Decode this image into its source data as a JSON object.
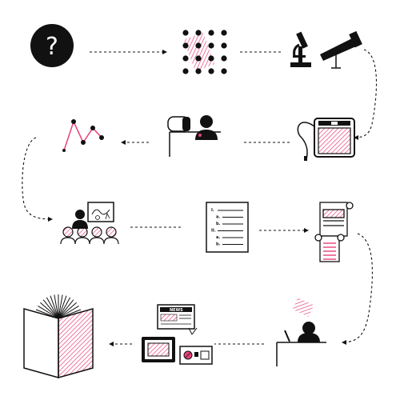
{
  "diagram": {
    "colors": {
      "ink": "#111111",
      "accent": "#e8407a",
      "accent_light": "#f6b7cc",
      "background": "#ffffff"
    },
    "nodes": [
      {
        "id": "question",
        "icon": "question-mark-icon",
        "glyph": "?"
      },
      {
        "id": "dot-grid",
        "icon": "dot-grid-icon"
      },
      {
        "id": "lab-tools",
        "icon": "microscope-telescope-icon"
      },
      {
        "id": "tablet",
        "icon": "tablet-device-icon"
      },
      {
        "id": "researcher",
        "icon": "person-at-desk-icon"
      },
      {
        "id": "line-plot",
        "icon": "line-plot-icon"
      },
      {
        "id": "presentation",
        "icon": "audience-presentation-icon"
      },
      {
        "id": "outline",
        "icon": "outline-document-icon",
        "list_markers": [
          "I.",
          "a.",
          "b.",
          "II.",
          "a.",
          "b."
        ]
      },
      {
        "id": "scroll",
        "icon": "scroll-document-icon"
      },
      {
        "id": "writer",
        "icon": "person-writing-icon"
      },
      {
        "id": "media",
        "icon": "newspaper-tv-radio-icon",
        "news_label": "NEWS"
      },
      {
        "id": "book",
        "icon": "open-book-icon"
      }
    ]
  }
}
